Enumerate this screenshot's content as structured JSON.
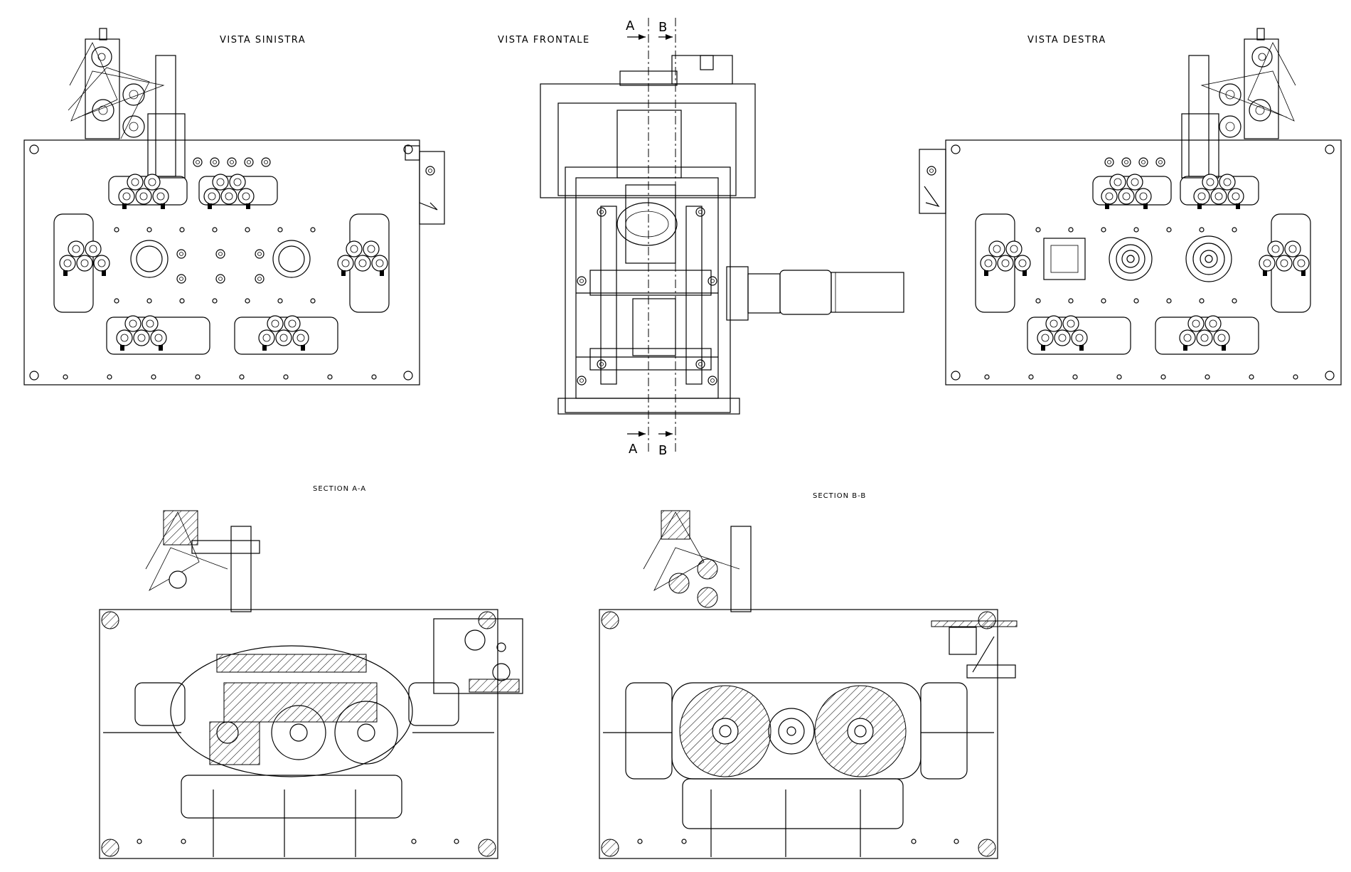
{
  "views": {
    "left": {
      "title": "VISTA SINISTRA"
    },
    "front": {
      "title": "VISTA FRONTALE"
    },
    "right": {
      "title": "VISTA DESTRA"
    },
    "section_a": {
      "title": "SECTION A-A"
    },
    "section_b": {
      "title": "SECTION B-B"
    }
  },
  "section_markers": {
    "a_top": "A",
    "b_top": "B",
    "a_bottom": "A",
    "b_bottom": "B"
  }
}
